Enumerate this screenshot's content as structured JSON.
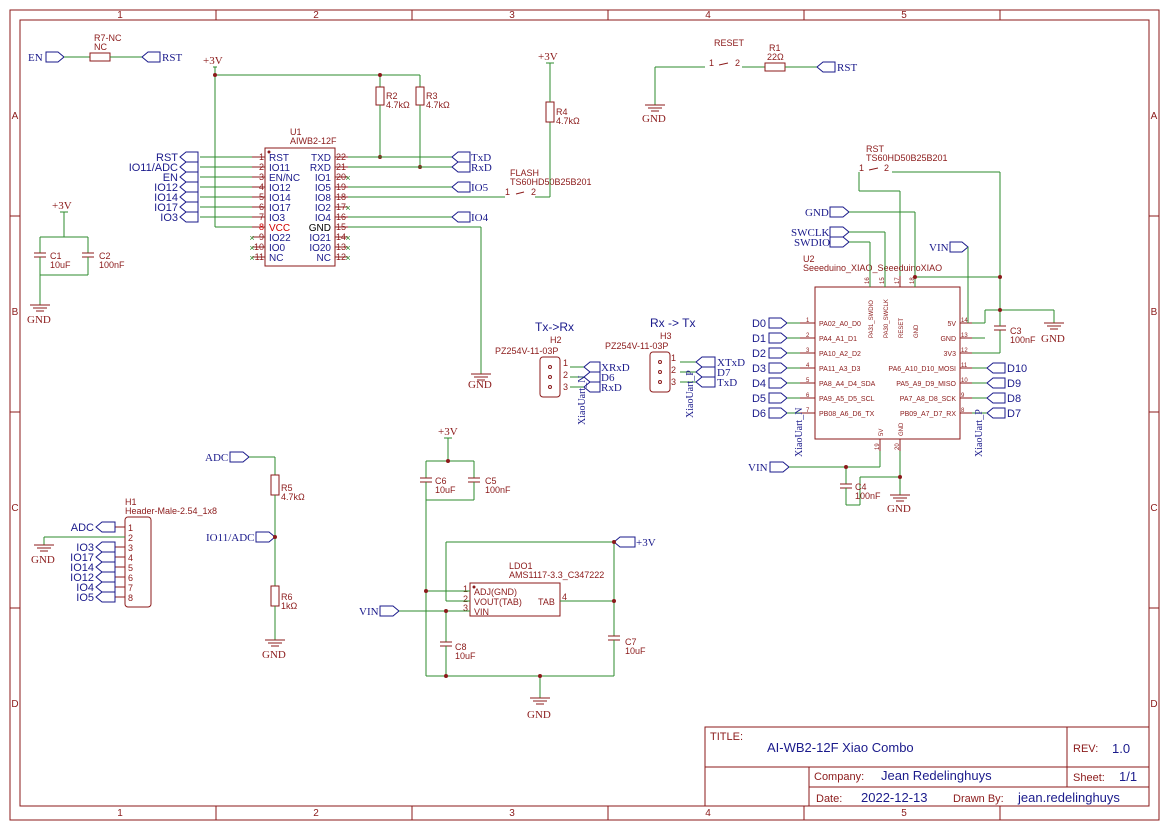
{
  "frame": {
    "columns": [
      "1",
      "2",
      "3",
      "4",
      "5"
    ],
    "rows": [
      "A",
      "B",
      "C",
      "D"
    ]
  },
  "title_block": {
    "title_label": "TITLE:",
    "title": "AI-WB2-12F Xiao Combo",
    "rev_label": "REV:",
    "rev": "1.0",
    "company_label": "Company:",
    "company": "Jean Redelinghuys",
    "sheet_label": "Sheet:",
    "sheet": "1/1",
    "date_label": "Date:",
    "date": "2022-12-13",
    "drawn_label": "Drawn By:",
    "drawn_by": "jean.redelinghuys"
  },
  "power": {
    "p3v": "+3V",
    "gnd": "GND",
    "vin": "VIN",
    "p3v_flag": "+3V"
  },
  "u1": {
    "ref": "U1",
    "value": "AIWB2-12F",
    "left_pins": [
      {
        "num": "1",
        "name": "RST",
        "net": "RST"
      },
      {
        "num": "2",
        "name": "IO11",
        "net": "IO11/ADC"
      },
      {
        "num": "3",
        "name": "EN/NC",
        "net": "EN"
      },
      {
        "num": "4",
        "name": "IO12",
        "net": "IO12"
      },
      {
        "num": "5",
        "name": "IO14",
        "net": "IO14"
      },
      {
        "num": "6",
        "name": "IO17",
        "net": "IO17"
      },
      {
        "num": "7",
        "name": "IO3",
        "net": "IO3"
      },
      {
        "num": "8",
        "name": "VCC",
        "net": ""
      },
      {
        "num": "9",
        "name": "IO22",
        "net": ""
      },
      {
        "num": "10",
        "name": "IO0",
        "net": ""
      },
      {
        "num": "11",
        "name": "NC",
        "net": ""
      }
    ],
    "right_pins": [
      {
        "num": "22",
        "name": "TXD",
        "net": "TxD"
      },
      {
        "num": "21",
        "name": "RXD",
        "net": "RxD"
      },
      {
        "num": "20",
        "name": "IO1",
        "net": ""
      },
      {
        "num": "19",
        "name": "IO5",
        "net": "IO5"
      },
      {
        "num": "18",
        "name": "IO8",
        "net": ""
      },
      {
        "num": "17",
        "name": "IO2",
        "net": ""
      },
      {
        "num": "16",
        "name": "IO4",
        "net": "IO4"
      },
      {
        "num": "15",
        "name": "GND",
        "net": ""
      },
      {
        "num": "14",
        "name": "IO21",
        "net": ""
      },
      {
        "num": "13",
        "name": "IO20",
        "net": ""
      },
      {
        "num": "12",
        "name": "NC",
        "net": ""
      }
    ]
  },
  "r7": {
    "ref": "R7-NC",
    "value": "NC",
    "net_left": "EN",
    "net_right": "RST"
  },
  "r2": {
    "ref": "R2",
    "value": "4.7kΩ"
  },
  "r3": {
    "ref": "R3",
    "value": "4.7kΩ"
  },
  "r4": {
    "ref": "R4",
    "value": "4.7kΩ"
  },
  "flash": {
    "label": "FLASH",
    "value": "TS60HD50B25B201",
    "p1": "1",
    "p2": "2"
  },
  "reset_sw": {
    "label": "RESET",
    "p1": "1",
    "p2": "2"
  },
  "r1": {
    "ref": "R1",
    "value": "22Ω",
    "net": "RST"
  },
  "c1": {
    "ref": "C1",
    "value": "10uF"
  },
  "c2": {
    "ref": "C2",
    "value": "100nF"
  },
  "h2": {
    "title": "Tx->Rx",
    "ref": "H2",
    "value": "PZ254V-11-03P",
    "pins": [
      "1",
      "2",
      "3"
    ],
    "nets": [
      "XRxD",
      "D6",
      "RxD"
    ],
    "side": "XiaoUart_N"
  },
  "h3": {
    "title": "Rx -> Tx",
    "ref": "H3",
    "value": "PZ254V-11-03P",
    "pins": [
      "1",
      "2",
      "3"
    ],
    "nets": [
      "XTxD",
      "D7",
      "TxD"
    ],
    "side": "XiaoUart_P"
  },
  "rst_sw": {
    "label": "RST",
    "value": "TS60HD50B25B201",
    "p1": "1",
    "p2": "2"
  },
  "u2": {
    "ref": "U2",
    "value": "Seeeduino_XIAO_SeeeduinoXIAO",
    "top_pins": [
      {
        "num": "16",
        "name": "PA31_SWDIO"
      },
      {
        "num": "15",
        "name": "PA30_SWCLK"
      },
      {
        "num": "17",
        "name": "RESET"
      },
      {
        "num": "18",
        "name": "GND"
      }
    ],
    "left_pins": [
      {
        "num": "1",
        "name": "PA02_A0_D0",
        "net": "D0"
      },
      {
        "num": "2",
        "name": "PA4_A1_D1",
        "net": "D1"
      },
      {
        "num": "3",
        "name": "PA10_A2_D2",
        "net": "D2"
      },
      {
        "num": "4",
        "name": "PA11_A3_D3",
        "net": "D3"
      },
      {
        "num": "5",
        "name": "PA8_A4_D4_SDA",
        "net": "D4"
      },
      {
        "num": "6",
        "name": "PA9_A5_D5_SCL",
        "net": "D5"
      },
      {
        "num": "7",
        "name": "PB08_A6_D6_TX",
        "net": "D6"
      }
    ],
    "right_pins": [
      {
        "num": "14",
        "name": "5V",
        "net": ""
      },
      {
        "num": "13",
        "name": "GND",
        "net": ""
      },
      {
        "num": "12",
        "name": "3V3",
        "net": ""
      },
      {
        "num": "11",
        "name": "PA6_A10_D10_MOSI",
        "net": "D10"
      },
      {
        "num": "10",
        "name": "PA5_A9_D9_MISO",
        "net": "D9"
      },
      {
        "num": "9",
        "name": "PA7_A8_D8_SCK",
        "net": "D8"
      },
      {
        "num": "8",
        "name": "PB09_A7_D7_RX",
        "net": "D7"
      }
    ],
    "bottom_pins": [
      {
        "num": "19",
        "name": "5V"
      },
      {
        "num": "20",
        "name": "GND"
      }
    ],
    "nets_top": [
      "GND",
      "SWCLK",
      "SWDIO",
      "VIN"
    ]
  },
  "c3": {
    "ref": "C3",
    "value": "100nF"
  },
  "c4": {
    "ref": "C4",
    "value": "100nF"
  },
  "r5": {
    "ref": "R5",
    "value": "4.7kΩ",
    "net": "ADC"
  },
  "r6": {
    "ref": "R6",
    "value": "1kΩ",
    "net": "IO11/ADC"
  },
  "h1": {
    "ref": "H1",
    "value": "Header-Male-2.54_1x8",
    "nets": [
      "ADC",
      "GND",
      "IO3",
      "IO17",
      "IO14",
      "IO12",
      "IO4",
      "IO5"
    ],
    "pins": [
      "1",
      "2",
      "3",
      "4",
      "5",
      "6",
      "7",
      "8"
    ]
  },
  "c5": {
    "ref": "C5",
    "value": "100nF"
  },
  "c6": {
    "ref": "C6",
    "value": "10uF"
  },
  "c7": {
    "ref": "C7",
    "value": "10uF"
  },
  "c8": {
    "ref": "C8",
    "value": "10uF"
  },
  "ldo": {
    "ref": "LDO1",
    "value": "AMS1117-3.3_C347222",
    "pin1": "ADJ(GND)",
    "pin2": "VOUT(TAB)",
    "pin3": "VIN",
    "pin4": "TAB",
    "n1": "1",
    "n2": "2",
    "n3": "3",
    "n4": "4"
  }
}
